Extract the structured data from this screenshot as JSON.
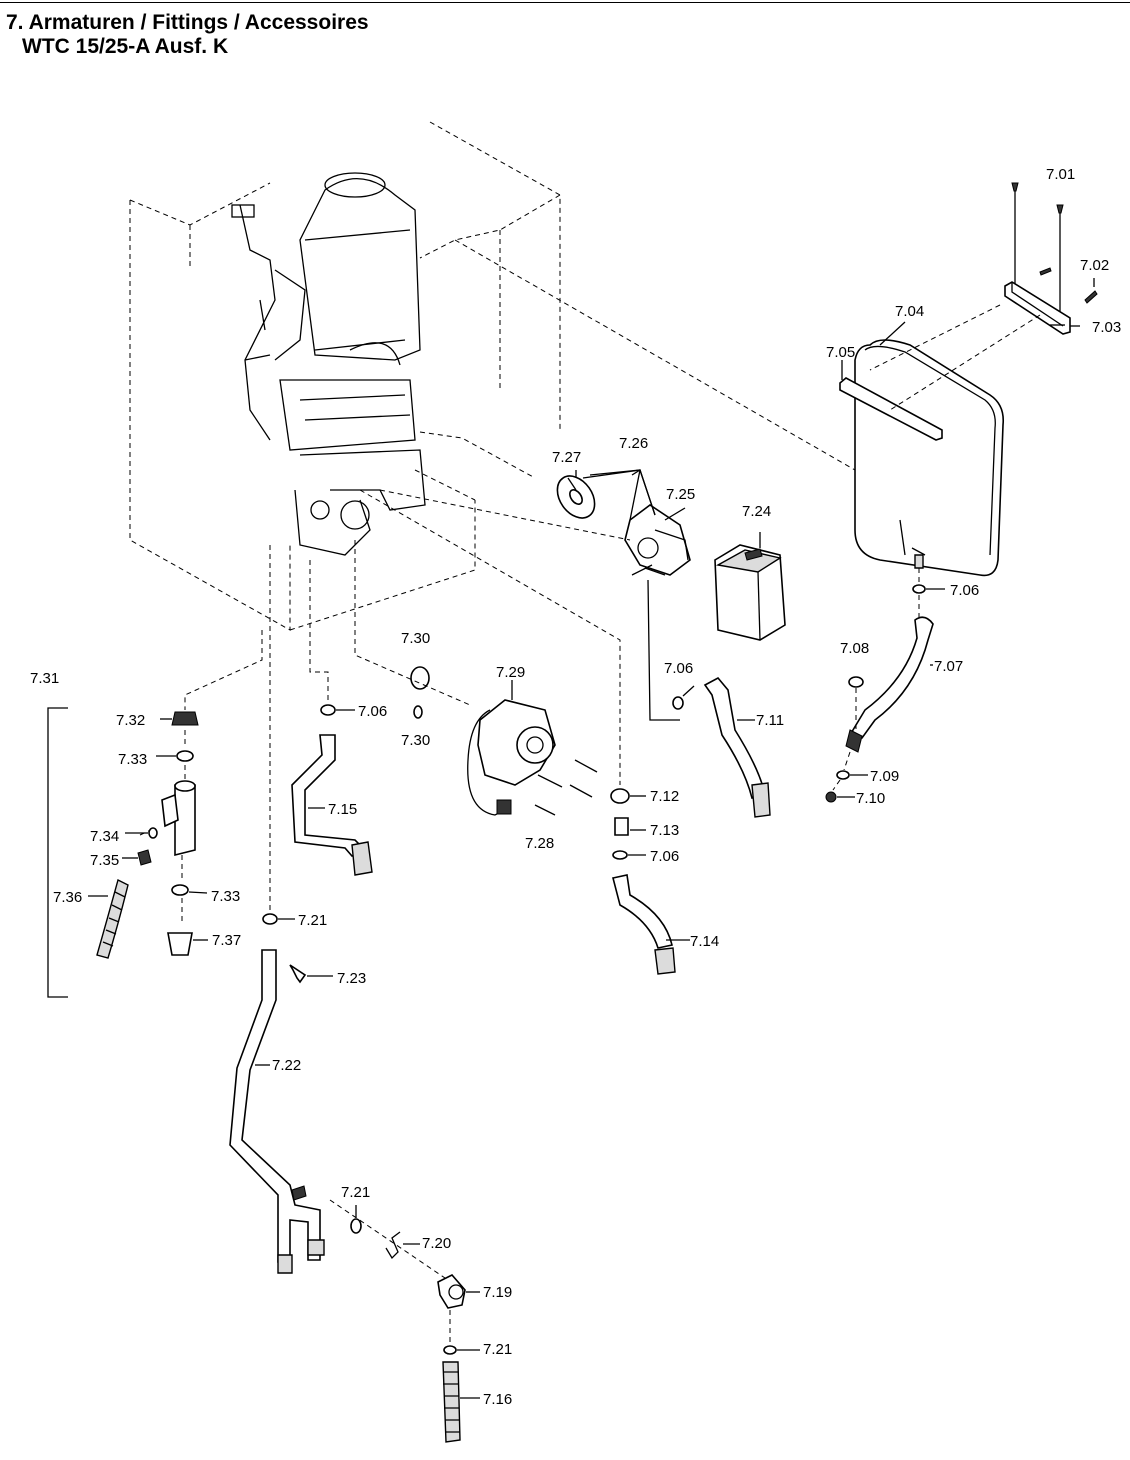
{
  "header": {
    "title": "7. Armaturen / Fittings / Accessoires",
    "subtitle": "WTC 15/25-A Ausf. K"
  },
  "labels": {
    "l701": "7.01",
    "l702": "7.02",
    "l703": "7.03",
    "l704": "7.04",
    "l705": "7.05",
    "l706a": "7.06",
    "l706b": "7.06",
    "l706c": "7.06",
    "l706d": "7.06",
    "l707": "7.07",
    "l708": "7.08",
    "l709": "7.09",
    "l710": "7.10",
    "l711": "7.11",
    "l712": "7.12",
    "l713": "7.13",
    "l714": "7.14",
    "l715": "7.15",
    "l716": "7.16",
    "l719": "7.19",
    "l720": "7.20",
    "l721a": "7.21",
    "l721b": "7.21",
    "l721c": "7.21",
    "l722": "7.22",
    "l723": "7.23",
    "l724": "7.24",
    "l725": "7.25",
    "l726": "7.26",
    "l727": "7.27",
    "l728": "7.28",
    "l729": "7.29",
    "l730a": "7.30",
    "l730b": "7.30",
    "l731": "7.31",
    "l732": "7.32",
    "l733a": "7.33",
    "l733b": "7.33",
    "l734": "7.34",
    "l735": "7.35",
    "l736": "7.36",
    "l737": "7.37"
  }
}
